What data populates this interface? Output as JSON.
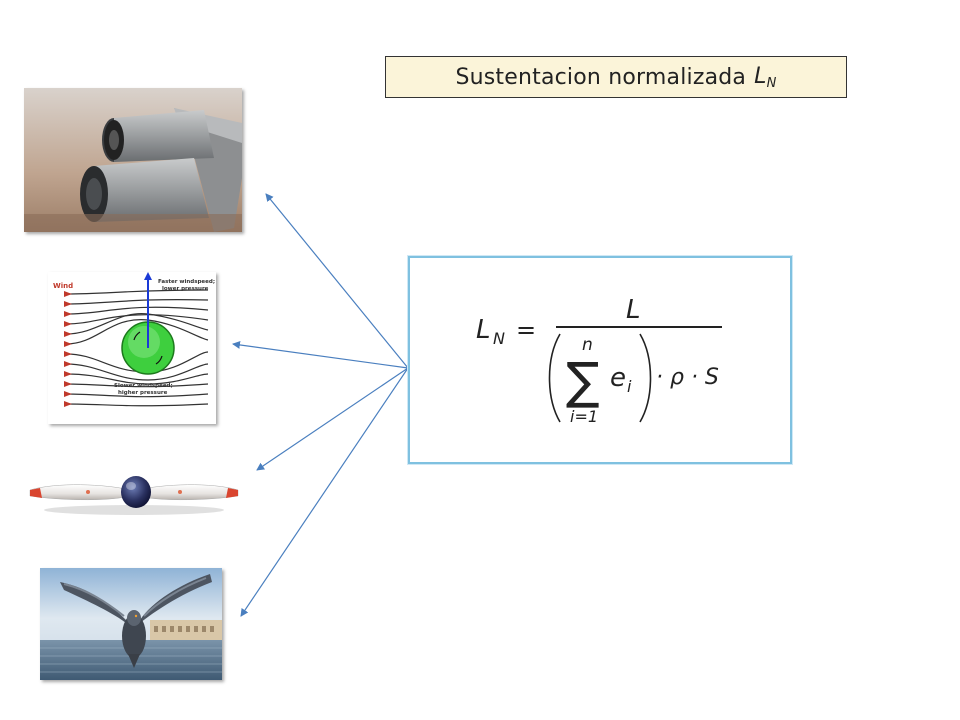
{
  "title": {
    "text": "Sustentacion normalizada",
    "symbol": "L",
    "symbol_sub": "N"
  },
  "formula": {
    "lhs": "L",
    "lhs_sub": "N",
    "equals": "=",
    "numerator": "L",
    "sum_top": "n",
    "sum_bottom": "i=1",
    "sum_symbol": "∑",
    "term": "e",
    "term_sub": "i",
    "tail": "· ρ · S"
  },
  "figures": {
    "wind_label": "Wind",
    "faster_label_1": "Faster windspeed;",
    "faster_label_2": "lower pressure",
    "slower_label_1": "Slower windspeed;",
    "slower_label_2": "higher pressure"
  },
  "colors": {
    "title_bg": "#fbf4d9",
    "formula_border": "#7fc1e0",
    "arrow": "#4a7fbf"
  }
}
